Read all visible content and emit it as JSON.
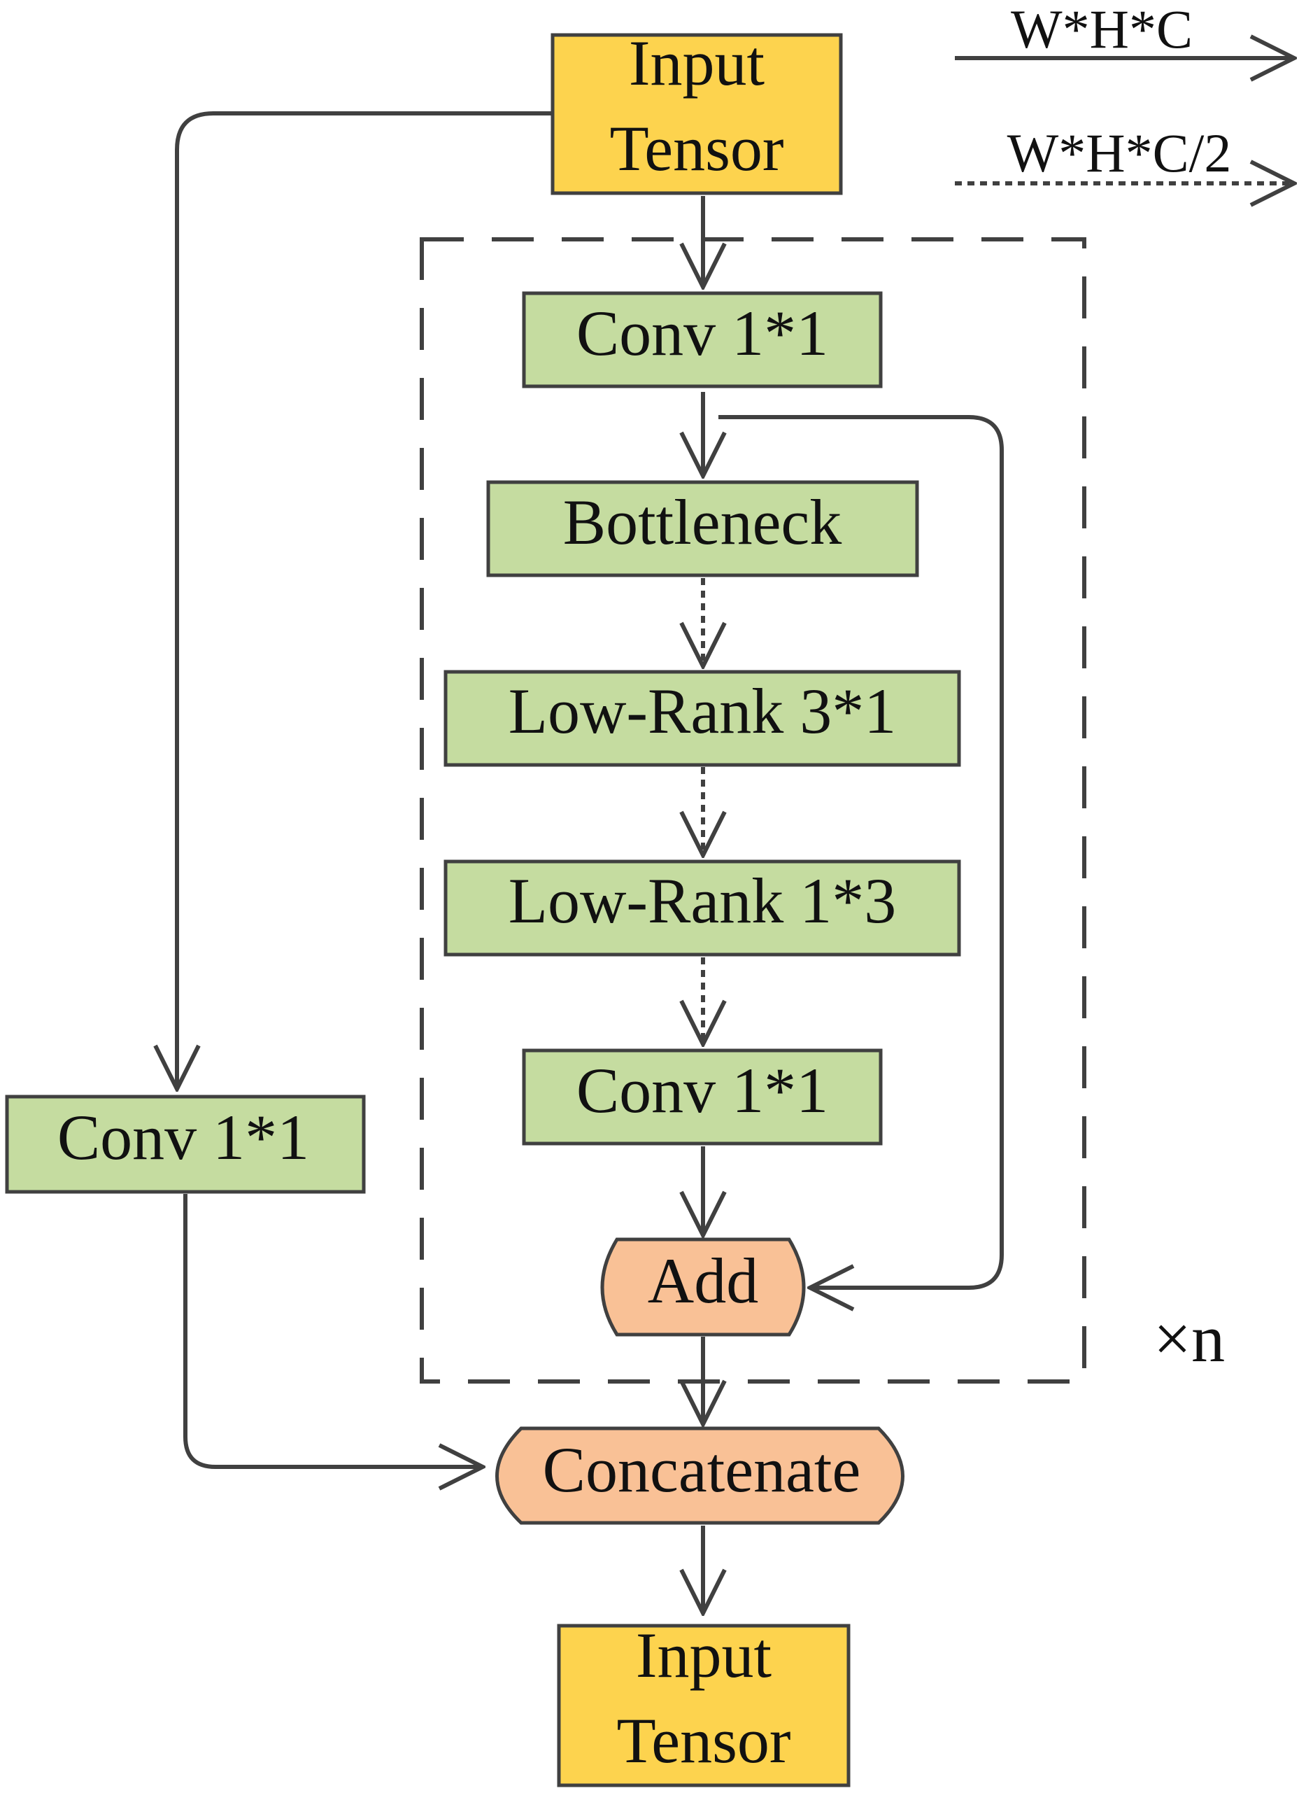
{
  "colors": {
    "input": "#FDD34E",
    "layer": "#C5DCA0",
    "op": "#F9C196",
    "stroke": "#404040"
  },
  "legend": {
    "solid_label": "W*H*C",
    "dashed_label": "W*H*C/2"
  },
  "nodes": {
    "input_top": [
      "Input",
      "Tensor"
    ],
    "conv_top": "Conv 1*1",
    "bottleneck": "Bottleneck",
    "lowrank_31": "Low-Rank 3*1",
    "lowrank_13": "Low-Rank 1*3",
    "conv_bottom": "Conv 1*1",
    "add": "Add",
    "conv_left": "Conv 1*1",
    "concatenate": "Concatenate",
    "output": [
      "Input",
      "Tensor"
    ]
  },
  "repeat_label": "×n"
}
